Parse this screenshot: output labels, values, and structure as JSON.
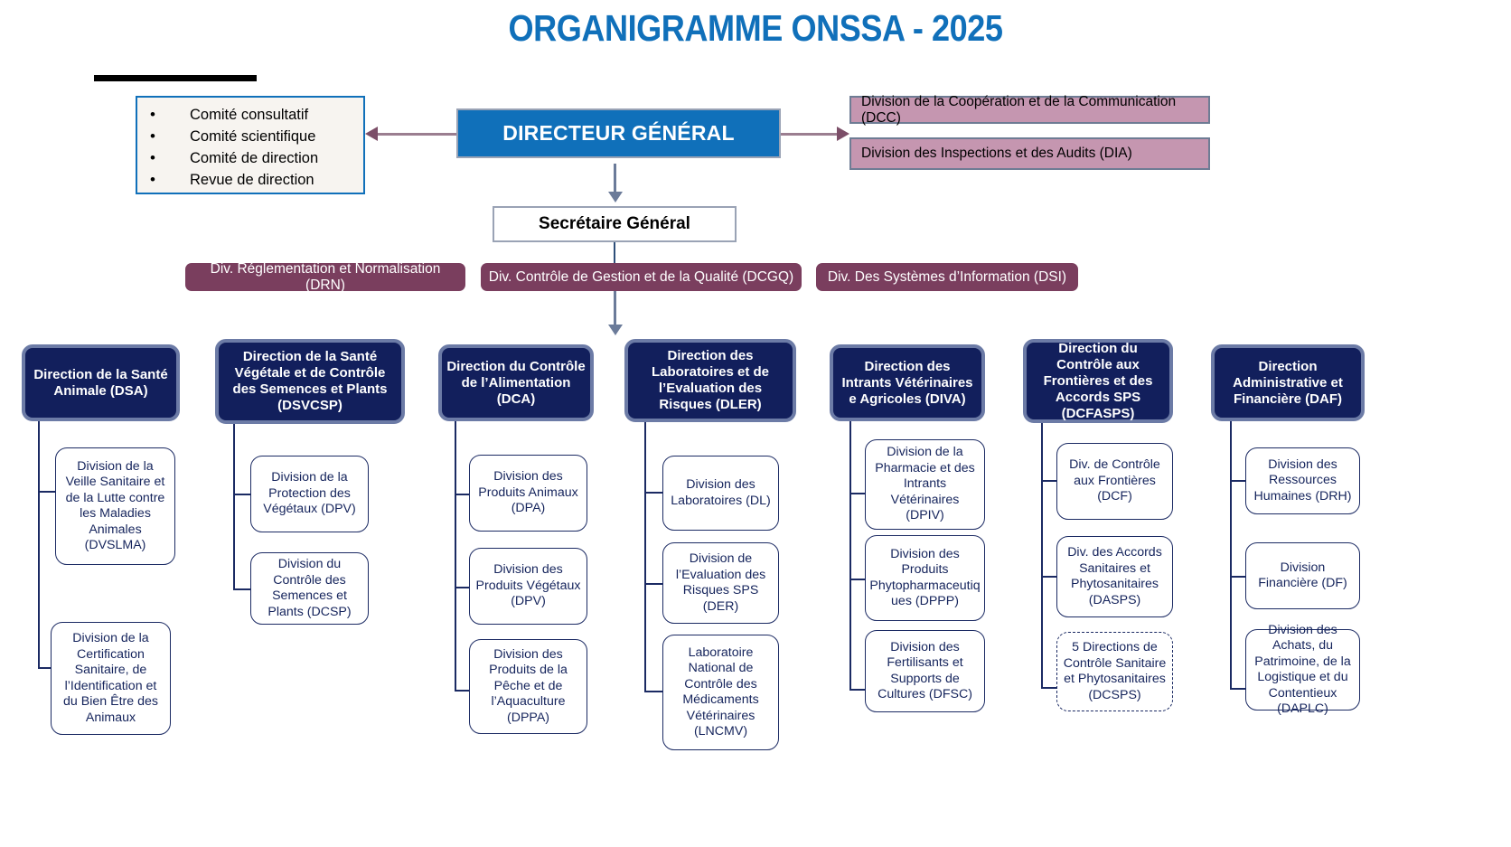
{
  "title": "ORGANIGRAMME ONSSA - 2025",
  "colors": {
    "title_blue": "#1070BA",
    "dg_blue": "#1070BA",
    "pink": "#C596B0",
    "purple": "#7A3E5E",
    "navy": "#121F5C",
    "navy_border": "#6C7BA6",
    "arrow_mauve": "#9B7E90",
    "arrow_gray": "#6B7B99",
    "committee_bg": "#F7F4F0"
  },
  "committee": {
    "bullet": "•",
    "items": [
      {
        "label": "Comité consultatif"
      },
      {
        "label": "Comité scientifique"
      },
      {
        "label": "Comité de direction"
      },
      {
        "label": "Revue de direction"
      }
    ]
  },
  "director_general": "DIRECTEUR GÉNÉRAL",
  "secretaire_general": "Secrétaire Général",
  "right_divisions": [
    {
      "label": "Division de la Coopération et de la Communication (DCC)"
    },
    {
      "label": "Division des Inspections et des Audits (DIA)"
    }
  ],
  "sg_divisions": [
    {
      "label": "Div. Réglementation et Normalisation (DRN)"
    },
    {
      "label": "Div. Contrôle de Gestion et  de la Qualité (DCGQ)"
    },
    {
      "label": "Div. Des Systèmes d’Information (DSI)"
    }
  ],
  "directions": [
    {
      "label": "Direction de la Santé Animale (DSA)",
      "subs": [
        {
          "label": "Division de la Veille Sanitaire et de la Lutte contre les Maladies Animales (DVSLMA)",
          "dashed": false
        },
        {
          "label": "Division de la Certification Sanitaire, de l’Identification et du Bien Être des Animaux",
          "dashed": false
        }
      ]
    },
    {
      "label": "Direction de la Santé Végétale et de Contrôle des Semences et Plants (DSVCSP)",
      "subs": [
        {
          "label": "Division de la Protection des Végétaux (DPV)",
          "dashed": false
        },
        {
          "label": "Division du Contrôle des Semences et Plants (DCSP)",
          "dashed": false
        }
      ]
    },
    {
      "label": "Direction du Contrôle de l’Alimentation (DCA)",
      "subs": [
        {
          "label": "Division des Produits Animaux (DPA)",
          "dashed": false
        },
        {
          "label": "Division des Produits Végétaux (DPV)",
          "dashed": false
        },
        {
          "label": "Division des Produits de la Pêche et de l’Aquaculture (DPPA)",
          "dashed": false
        }
      ]
    },
    {
      "label": "Direction des Laboratoires et de l’Evaluation des Risques (DLER)",
      "subs": [
        {
          "label": "Division des Laboratoires (DL)",
          "dashed": false
        },
        {
          "label": "Division de l’Evaluation des Risques SPS (DER)",
          "dashed": false
        },
        {
          "label": "Laboratoire National de Contrôle des Médicaments Vétérinaires (LNCMV)",
          "dashed": false
        }
      ]
    },
    {
      "label": "Direction des Intrants Vétérinaires e Agricoles (DIVA)",
      "subs": [
        {
          "label": "Division de la Pharmacie et des Intrants Vétérinaires (DPIV)",
          "dashed": false
        },
        {
          "label": "Division des Produits Phytopharmaceutiq ues (DPPP)",
          "dashed": false
        },
        {
          "label": "Division des Fertilisants et Supports de Cultures (DFSC)",
          "dashed": false
        }
      ]
    },
    {
      "label": "Direction du Contrôle aux Frontières et des Accords SPS (DCFASPS)",
      "subs": [
        {
          "label": "Div. de Contrôle aux Frontières (DCF)",
          "dashed": false
        },
        {
          "label": "Div. des Accords Sanitaires et Phytosanitaires (DASPS)",
          "dashed": false
        },
        {
          "label": "5 Directions de Contrôle Sanitaire et Phytosanitaires (DCSPS)",
          "dashed": true
        }
      ]
    },
    {
      "label": "Direction Administrative et Financière (DAF)",
      "subs": [
        {
          "label": "Division des Ressources Humaines (DRH)",
          "dashed": false
        },
        {
          "label": "Division Financière (DF)",
          "dashed": false
        },
        {
          "label": "Division des Achats, du Patrimoine, de la Logistique et du Contentieux (DAPLC)",
          "dashed": false
        }
      ]
    }
  ]
}
